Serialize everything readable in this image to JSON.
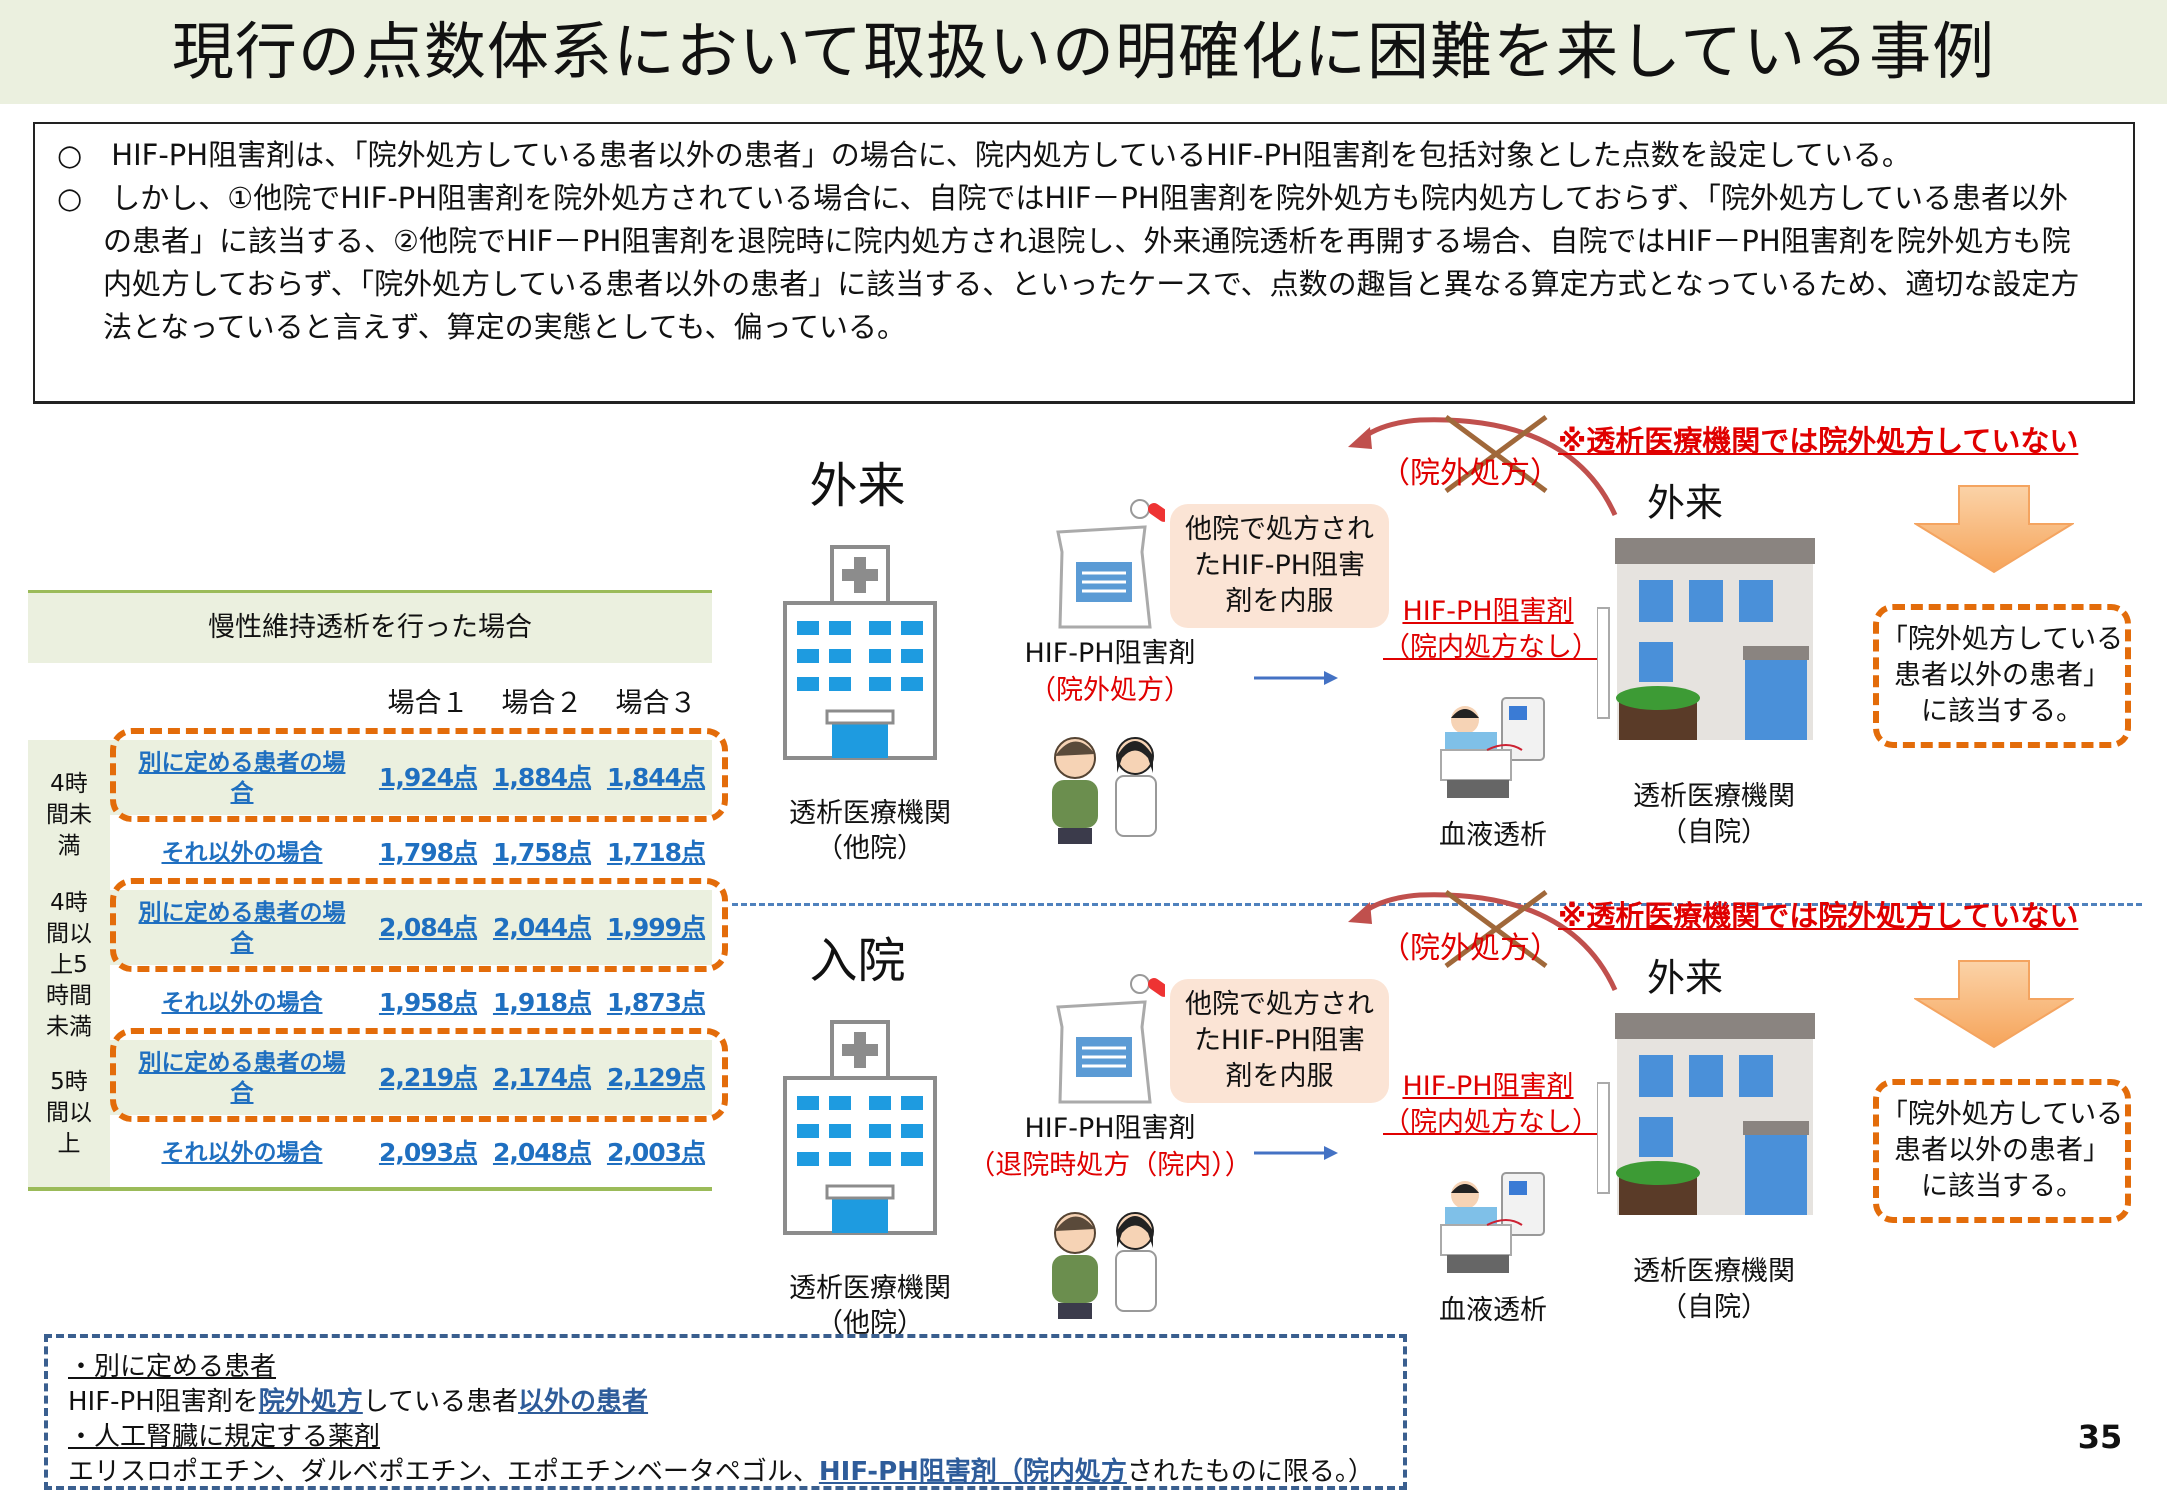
{
  "title": "現行の点数体系において取扱いの明確化に困難を来している事例",
  "intro": {
    "paragraphs": [
      "○　HIF-PH阻害剤は、「院外処方している患者以外の患者」の場合に、院内処方しているHIF-PH阻害剤を包括対象とした点数を設定している。",
      "○　しかし、①他院でHIF-PH阻害剤を院外処方されている場合に、自院ではHIF－PH阻害剤を院外処方も院内処方しておらず、「院外処方している患者以外の患者」に該当する、②他院でHIF－PH阻害剤を退院時に院内処方され退院し、外来通院透析を再開する場合、自院ではHIF－PH阻害剤を院外処方も院内処方しておらず、「院外処方している患者以外の患者」に該当する、といったケースで、点数の趣旨と異なる算定方式となっているため、適切な設定方法となっていると言えず、算定の実態としても、偏っている。"
    ]
  },
  "table": {
    "header": "慢性維持透析を行った場合",
    "columns": [
      "場合１",
      "場合２",
      "場合３"
    ],
    "groups": [
      {
        "label": "4時間未満",
        "rows": [
          {
            "label": "別に定める患者の場合",
            "values": [
              "1,924点",
              "1,884点",
              "1,844点"
            ]
          },
          {
            "label": "それ以外の場合",
            "values": [
              "1,798点",
              "1,758点",
              "1,718点"
            ]
          }
        ]
      },
      {
        "label": "4時間以上5時間未満",
        "rows": [
          {
            "label": "別に定める患者の場合",
            "values": [
              "2,084点",
              "2,044点",
              "1,999点"
            ]
          },
          {
            "label": "それ以外の場合",
            "values": [
              "1,958点",
              "1,918点",
              "1,873点"
            ]
          }
        ]
      },
      {
        "label": "5時間以上",
        "rows": [
          {
            "label": "別に定める患者の場合",
            "values": [
              "2,219点",
              "2,174点",
              "2,129点"
            ]
          },
          {
            "label": "それ以外の場合",
            "values": [
              "2,093点",
              "2,048点",
              "2,003点"
            ]
          }
        ]
      }
    ]
  },
  "sections": [
    {
      "heading": "外来",
      "other_hospital": "透析医療機関",
      "other_hospital_sub": "（他院）",
      "bubble": [
        "他院で処方され",
        "たHIF-PH阻害",
        "剤を内服"
      ],
      "drug": "HIF-PH阻害剤",
      "drug_note": "（院外処方）",
      "crossed": "（院外処方）",
      "warning": "※透析医療機関では院外処方していない",
      "self_heading": "外来",
      "self_drug": "HIF-PH阻害剤",
      "self_drug_note": "（院内処方なし）",
      "dialysis": "血液透析",
      "self_hospital": "透析医療機関",
      "self_hospital_sub": "（自院）",
      "result": [
        "「院外処方している",
        "患者以外の患者」",
        "に該当する。"
      ]
    },
    {
      "heading": "入院",
      "other_hospital": "透析医療機関",
      "other_hospital_sub": "（他院）",
      "bubble": [
        "他院で処方され",
        "たHIF-PH阻害",
        "剤を内服"
      ],
      "drug": "HIF-PH阻害剤",
      "drug_note": "（退院時処方（院内））",
      "crossed": "（院外処方）",
      "warning": "※透析医療機関では院外処方していない",
      "self_heading": "外来",
      "self_drug": "HIF-PH阻害剤",
      "self_drug_note": "（院内処方なし）",
      "dialysis": "血液透析",
      "self_hospital": "透析医療機関",
      "self_hospital_sub": "（自院）",
      "result": [
        "「院外処方している",
        "患者以外の患者」",
        "に該当する。"
      ]
    }
  ],
  "footnote": {
    "h1": "・別に定める患者",
    "l2_a": " HIF-PH阻害剤を",
    "l2_b": "院外処方",
    "l2_c": "している患者",
    "l2_d": "以外の患者",
    "h2": "・人工腎臓に規定する薬剤",
    "l4_a": "エリスロポエチン、ダルベポエチン、エポエチンベータペゴル、",
    "l4_b": "HIF-PH阻害剤（院内処方",
    "l4_c": "されたものに限る。）"
  },
  "page_number": "35",
  "colors": {
    "accent_orange": "#e36c0a",
    "link_blue": "#1f6fc0",
    "alert_red": "#e00000",
    "band_green": "#ebf0df"
  }
}
